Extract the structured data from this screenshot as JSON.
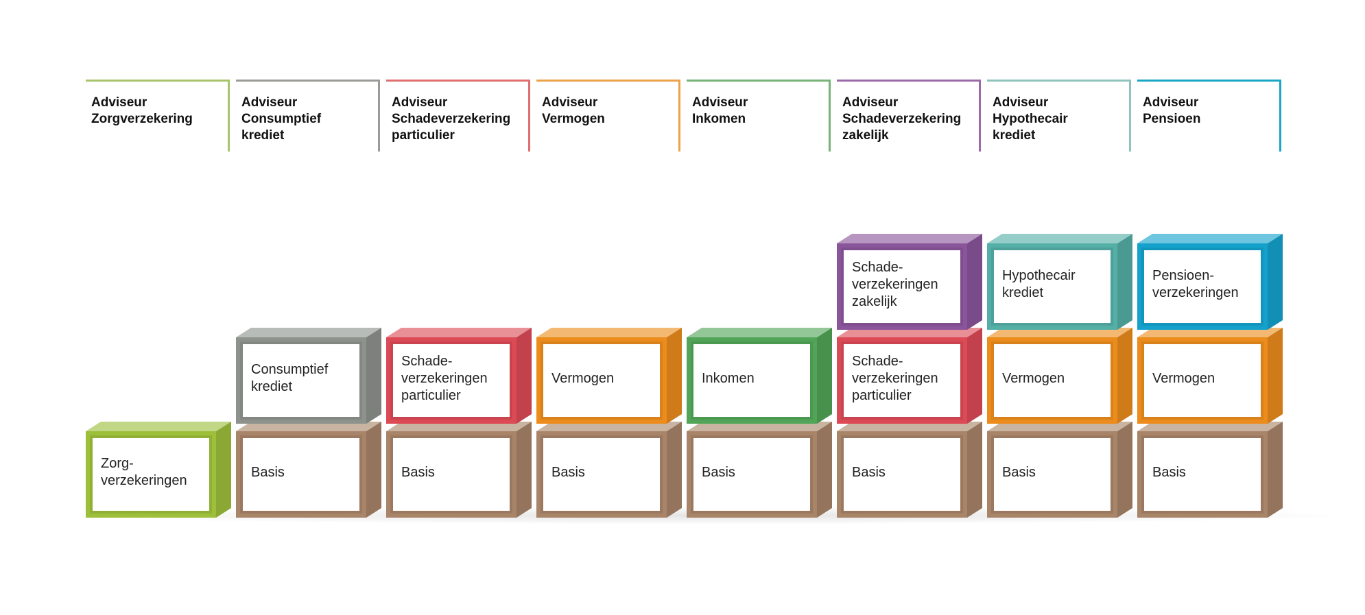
{
  "columns": [
    {
      "header": "Adviseur\nZorgverzekering",
      "color": "#a8c46a",
      "blocks": [
        {
          "label": "Zorg-\nverzekeringen",
          "color": "#9dbf3a"
        }
      ]
    },
    {
      "header": "Adviseur\nConsumptief\nkrediet",
      "color": "#9a9a96",
      "blocks": [
        {
          "label": "Basis",
          "color": "#a88468"
        },
        {
          "label": "Consumptief\nkrediet",
          "color": "#8d938c"
        }
      ]
    },
    {
      "header": "Adviseur\nSchadeverzekering\nparticulier",
      "color": "#e07070",
      "blocks": [
        {
          "label": "Basis",
          "color": "#a88468"
        },
        {
          "label": "Schade-\nverzekeringen\nparticulier",
          "color": "#dc4a56"
        }
      ]
    },
    {
      "header": "Adviseur\nVermogen",
      "color": "#eca24a",
      "blocks": [
        {
          "label": "Basis",
          "color": "#a88468"
        },
        {
          "label": "Vermogen",
          "color": "#ec8c1c"
        }
      ]
    },
    {
      "header": "Adviseur\nInkomen",
      "color": "#77b277",
      "blocks": [
        {
          "label": "Basis",
          "color": "#a88468"
        },
        {
          "label": "Inkomen",
          "color": "#52a558"
        }
      ]
    },
    {
      "header": "Adviseur\nSchadeverzekering\nzakelijk",
      "color": "#9c6aa8",
      "blocks": [
        {
          "label": "Basis",
          "color": "#a88468"
        },
        {
          "label": "Schade-\nverzekeringen\nparticulier",
          "color": "#dc4a56"
        },
        {
          "label": "Schade-\nverzekeringen\nzakelijk",
          "color": "#8a559a"
        }
      ]
    },
    {
      "header": "Adviseur\nHypothecair\nkrediet",
      "color": "#8ec4bc",
      "blocks": [
        {
          "label": "Basis",
          "color": "#a88468"
        },
        {
          "label": "Vermogen",
          "color": "#ec8c1c"
        },
        {
          "label": "Hypothecair\nkrediet",
          "color": "#54afa7"
        }
      ]
    },
    {
      "header": "Adviseur\nPensioen",
      "color": "#1aa6c6",
      "blocks": [
        {
          "label": "Basis",
          "color": "#a88468"
        },
        {
          "label": "Vermogen",
          "color": "#ec8c1c"
        },
        {
          "label": "Pensioen-\nverzekeringen",
          "color": "#14a2cc"
        }
      ]
    }
  ]
}
